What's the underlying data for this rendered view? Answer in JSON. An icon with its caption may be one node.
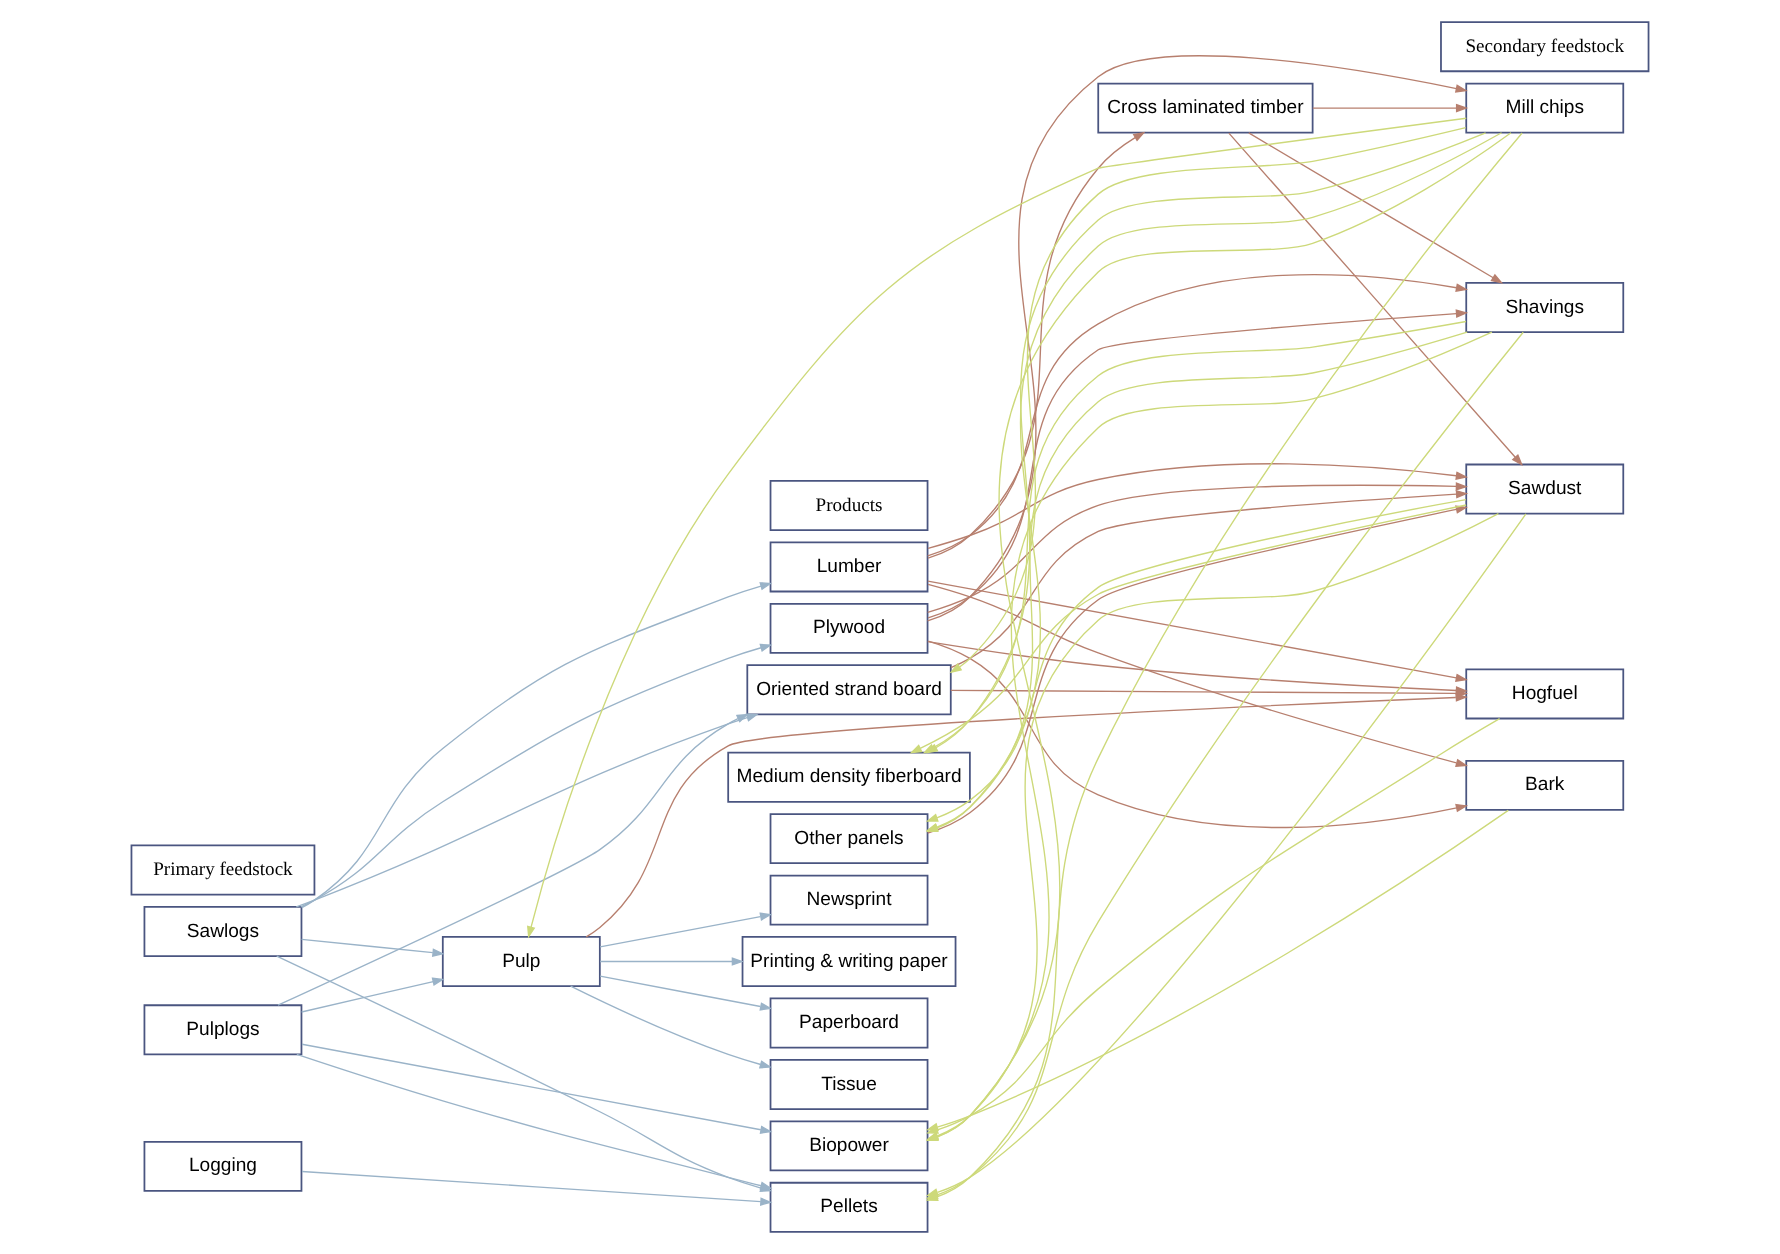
{
  "diagram": {
    "nodes": [
      {
        "text": [
          "Primary feedstock"
        ]
      },
      {
        "text": [
          "Products"
        ]
      },
      {
        "text": [
          "Secondary feedstock"
        ]
      },
      {
        "text": [
          "Sawlogs"
        ]
      },
      {
        "text": [
          "Pulplogs"
        ]
      },
      {
        "text": [
          "Logging"
        ]
      },
      {
        "text": [
          "Pulp"
        ]
      },
      {
        "text": [
          "Lumber"
        ]
      },
      {
        "text": [
          "Plywood"
        ]
      },
      {
        "text": [
          "Oriented strand board"
        ]
      },
      {
        "text": [
          "Medium density fiberboard"
        ]
      },
      {
        "text": [
          "Other panels"
        ]
      },
      {
        "text": [
          "Newsprint"
        ]
      },
      {
        "text": [
          "Printing & writing paper"
        ]
      },
      {
        "text": [
          "Paperboard"
        ]
      },
      {
        "text": [
          "Tissue"
        ]
      },
      {
        "text": [
          "Biopower"
        ]
      },
      {
        "text": [
          "Pellets"
        ]
      },
      {
        "text": [
          "Cross laminated timber"
        ]
      },
      {
        "text": [
          "Mill chips"
        ]
      },
      {
        "text": [
          "Shavings"
        ]
      },
      {
        "text": [
          "Sawdust"
        ]
      },
      {
        "text": [
          "Hogfuel"
        ]
      },
      {
        "text": [
          "Bark"
        ]
      }
    ],
    "edges": [
      {
        "from": 3,
        "to": 7,
        "arrow": "to",
        "color": "#9ab3c8"
      },
      {
        "from": 3,
        "to": 8,
        "arrow": "to",
        "color": "#9ab3c8"
      },
      {
        "from": 3,
        "to": 9,
        "arrow": "to",
        "color": "#9ab3c8"
      },
      {
        "from": 3,
        "to": 6,
        "arrow": "to",
        "color": "#9ab3c8"
      },
      {
        "from": 3,
        "to": 17,
        "arrow": "to",
        "color": "#9ab3c8"
      },
      {
        "from": 4,
        "to": 9,
        "arrow": "to",
        "color": "#9ab3c8"
      },
      {
        "from": 4,
        "to": 6,
        "arrow": "to",
        "color": "#9ab3c8"
      },
      {
        "from": 4,
        "to": 16,
        "arrow": "to",
        "color": "#9ab3c8"
      },
      {
        "from": 4,
        "to": 17,
        "arrow": "to",
        "color": "#9ab3c8"
      },
      {
        "from": 5,
        "to": 17,
        "arrow": "to",
        "color": "#9ab3c8"
      },
      {
        "from": 6,
        "to": 12,
        "arrow": "to",
        "color": "#9ab3c8"
      },
      {
        "from": 6,
        "to": 13,
        "arrow": "to",
        "color": "#9ab3c8"
      },
      {
        "from": 6,
        "to": 14,
        "arrow": "to",
        "color": "#9ab3c8"
      },
      {
        "from": 6,
        "to": 15,
        "arrow": "to",
        "color": "#9ab3c8"
      },
      {
        "from": 6,
        "to": 22,
        "arrow": "to"
      },
      {
        "from": 7,
        "to": 18,
        "arrow": "to"
      },
      {
        "from": 7,
        "to": 20,
        "arrow": "to"
      },
      {
        "from": 7,
        "to": 21,
        "arrow": "to"
      },
      {
        "from": 7,
        "to": 22,
        "arrow": "to"
      },
      {
        "from": 7,
        "to": 23,
        "arrow": "to"
      },
      {
        "from": 8,
        "to": 19,
        "arrow": "to"
      },
      {
        "from": 8,
        "to": 20,
        "arrow": "to"
      },
      {
        "from": 8,
        "to": 21,
        "arrow": "to"
      },
      {
        "from": 8,
        "to": 22,
        "arrow": "to"
      },
      {
        "from": 8,
        "to": 23,
        "arrow": "to"
      },
      {
        "from": 9,
        "to": 21,
        "arrow": "to"
      },
      {
        "from": 9,
        "to": 22,
        "arrow": "to"
      },
      {
        "from": 11,
        "to": 21,
        "arrow": "to"
      },
      {
        "from": 18,
        "to": 19,
        "arrow": "to"
      },
      {
        "from": 18,
        "to": 20,
        "arrow": "to"
      },
      {
        "from": 18,
        "to": 21,
        "arrow": "to"
      },
      {
        "from": 19,
        "to": 6,
        "arrow": "to",
        "color": "#cdd97a"
      },
      {
        "from": 19,
        "to": 9,
        "arrow": "to",
        "color": "#cdd97a"
      },
      {
        "from": 19,
        "to": 10,
        "arrow": "to",
        "color": "#cdd97a"
      },
      {
        "from": 19,
        "to": 11,
        "arrow": "to",
        "color": "#cdd97a"
      },
      {
        "from": 19,
        "to": 16,
        "arrow": "to",
        "color": "#cdd97a"
      },
      {
        "from": 19,
        "to": 17,
        "arrow": "to",
        "color": "#cdd97a"
      },
      {
        "from": 20,
        "to": 10,
        "arrow": "to",
        "color": "#cdd97a"
      },
      {
        "from": 20,
        "to": 11,
        "arrow": "to",
        "color": "#cdd97a"
      },
      {
        "from": 20,
        "to": 16,
        "arrow": "to",
        "color": "#cdd97a"
      },
      {
        "from": 20,
        "to": 17,
        "arrow": "to",
        "color": "#cdd97a"
      },
      {
        "from": 21,
        "to": 10,
        "arrow": "to",
        "color": "#cdd97a"
      },
      {
        "from": 21,
        "to": 11,
        "arrow": "to",
        "color": "#cdd97a"
      },
      {
        "from": 21,
        "to": 16,
        "arrow": "to",
        "color": "#cdd97a"
      },
      {
        "from": 21,
        "to": 17,
        "arrow": "to",
        "color": "#cdd97a"
      },
      {
        "from": 22,
        "to": 16,
        "arrow": "to",
        "color": "#cdd97a"
      },
      {
        "from": 23,
        "to": 16,
        "arrow": "to",
        "color": "#cdd97a"
      }
    ]
  }
}
